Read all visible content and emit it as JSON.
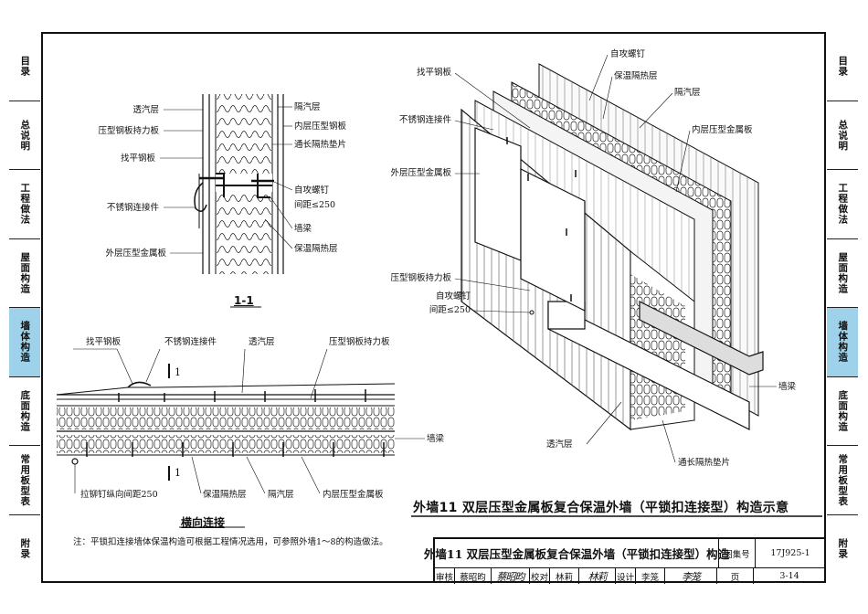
{
  "side_tabs": [
    {
      "label": "目录",
      "active": false
    },
    {
      "label": "总说明",
      "active": false
    },
    {
      "label": "工程做法",
      "active": false
    },
    {
      "label": "屋面构造",
      "active": false
    },
    {
      "label": "墙体构造",
      "active": true
    },
    {
      "label": "底面构造",
      "active": false
    },
    {
      "label": "常用板型表",
      "active": false
    },
    {
      "label": "附录",
      "active": false
    }
  ],
  "section_1_1": {
    "title": "1-1",
    "labels": {
      "breather": "透汽层",
      "support_plate": "压型钢板持力板",
      "leveling": "找平钢板",
      "connector": "不锈钢连接件",
      "outer_panel": "外层压型金属板",
      "vapor": "隔汽层",
      "inner_panel": "内层压型钢板",
      "pad": "通长隔热垫片",
      "screw": "自攻螺钉",
      "spacing": "间距≤250",
      "beam": "墙梁",
      "insulation": "保温隔热层"
    }
  },
  "horizontal": {
    "title": "横向连接",
    "cut_mark": "1",
    "labels": {
      "leveling": "找平钢板",
      "connector": "不锈钢连接件",
      "breather": "透汽层",
      "support_plate": "压型钢板持力板",
      "beam": "墙梁",
      "rivet": "拉铆钉纵向间距250",
      "insulation": "保温隔热层",
      "vapor": "隔汽层",
      "inner_panel": "内层压型金属板"
    }
  },
  "isometric": {
    "labels": {
      "screw_top": "自攻螺钉",
      "insulation": "保温隔热层",
      "vapor": "隔汽层",
      "inner_panel": "内层压型金属板",
      "leveling": "找平钢板",
      "connector": "不锈钢连接件",
      "outer_panel": "外层压型金属板",
      "support_plate": "压型钢板持力板",
      "screw": "自攻螺钉",
      "spacing": "间距≤250",
      "beam": "墙梁",
      "breather": "透汽层",
      "pad": "通长隔热垫片"
    }
  },
  "caption": "外墙11 双层压型金属板复合保温外墙（平锁扣连接型）构造示意",
  "note": "注：平锁扣连接墙体保温构造可根据工程情况选用，可参照外墙1～8的构造做法。",
  "title_block": {
    "title": "外墙11 双层压型金属板复合保温外墙（平锁扣连接型）构造",
    "atlas_label": "图集号",
    "atlas_no": "17J925-1",
    "review_label": "审核",
    "reviewer": "蔡昭昀",
    "reviewer_sig": "蔡昭昀",
    "check_label": "校对",
    "checker": "林莉",
    "checker_sig": "林莉",
    "design_label": "设计",
    "designer": "李笼",
    "designer_sig": "李笼",
    "page_label": "页",
    "page_no": "3-14"
  }
}
